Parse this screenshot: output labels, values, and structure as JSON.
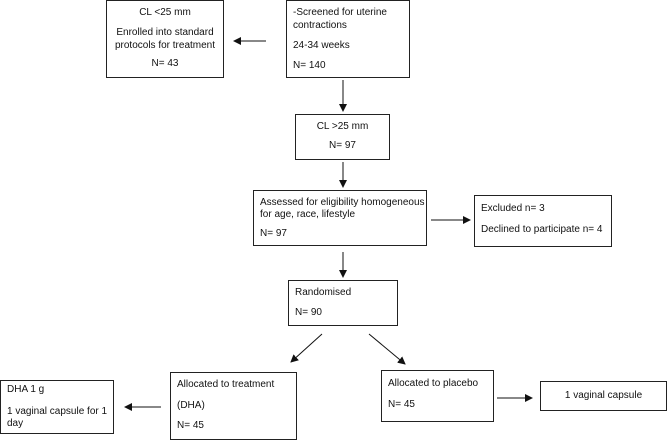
{
  "screening": {
    "line1": "-Screened for uterine",
    "line2": "contractions",
    "line3": "24-34 weeks",
    "line4": "N= 140"
  },
  "excluded_short_cl": {
    "line1": "CL <25 mm",
    "line2": "Enrolled into standard",
    "line3": "protocols for treatment",
    "line4": "N= 43"
  },
  "long_cl": {
    "line1": "CL >25 mm",
    "line2": "N= 97"
  },
  "eligibility": {
    "line1": "Assessed for eligibility homogeneous",
    "line2": "for age, race, lifestyle",
    "line3": "N= 97"
  },
  "excluded": {
    "line1": "Excluded n= 3",
    "line2": "Declined to participate n= 4"
  },
  "randomised": {
    "line1": "Randomised",
    "line2": "N= 90"
  },
  "treatment_arm": {
    "line1": "Allocated to treatment",
    "line2": "(DHA)",
    "line3": "N= 45"
  },
  "dha_dose": {
    "line1": "DHA 1 g",
    "line2": "1 vaginal capsule for 1",
    "line3": "day"
  },
  "placebo_arm": {
    "line1": "Allocated to placebo",
    "line2": "N= 45"
  },
  "placebo_dose": {
    "line1": "1 vaginal capsule"
  }
}
